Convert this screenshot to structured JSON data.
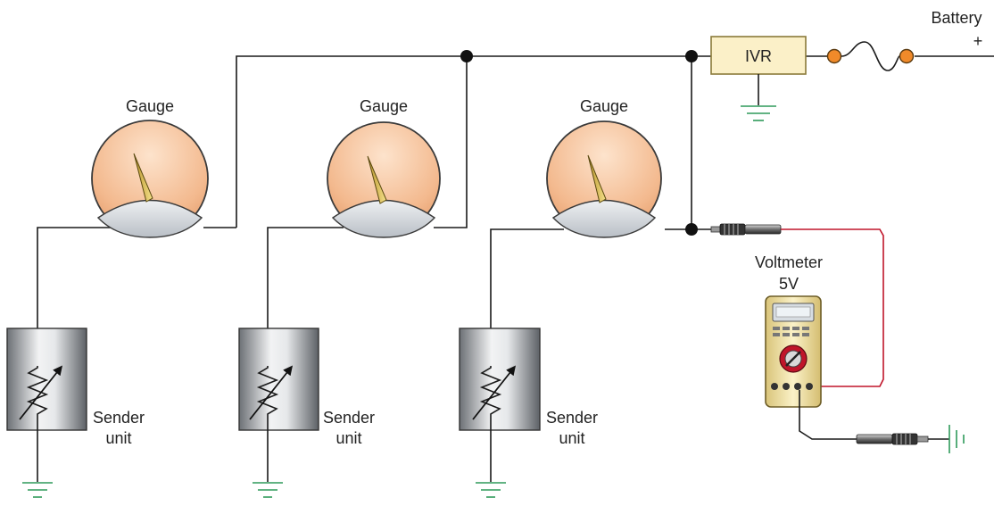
{
  "labels": {
    "battery": "Battery",
    "battery_polarity": "+",
    "ivr": "IVR",
    "gauge": "Gauge",
    "sender_line1": "Sender",
    "sender_line2": "unit",
    "voltmeter": "Voltmeter",
    "voltmeter_reading": "5V"
  },
  "gauges": [
    {
      "label": "Gauge"
    },
    {
      "label": "Gauge"
    },
    {
      "label": "Gauge"
    }
  ],
  "senders": [
    {
      "line1": "Sender",
      "line2": "unit"
    },
    {
      "line1": "Sender",
      "line2": "unit"
    },
    {
      "line1": "Sender",
      "line2": "unit"
    }
  ],
  "colors": {
    "wire": "#1a1a1a",
    "meter_lead": "#c0152a",
    "ground": "#2f9a5a",
    "gauge_face": "#f3b98e",
    "ivr_body": "#fbf0c8",
    "fuse_terminal": "#f08a2a"
  }
}
